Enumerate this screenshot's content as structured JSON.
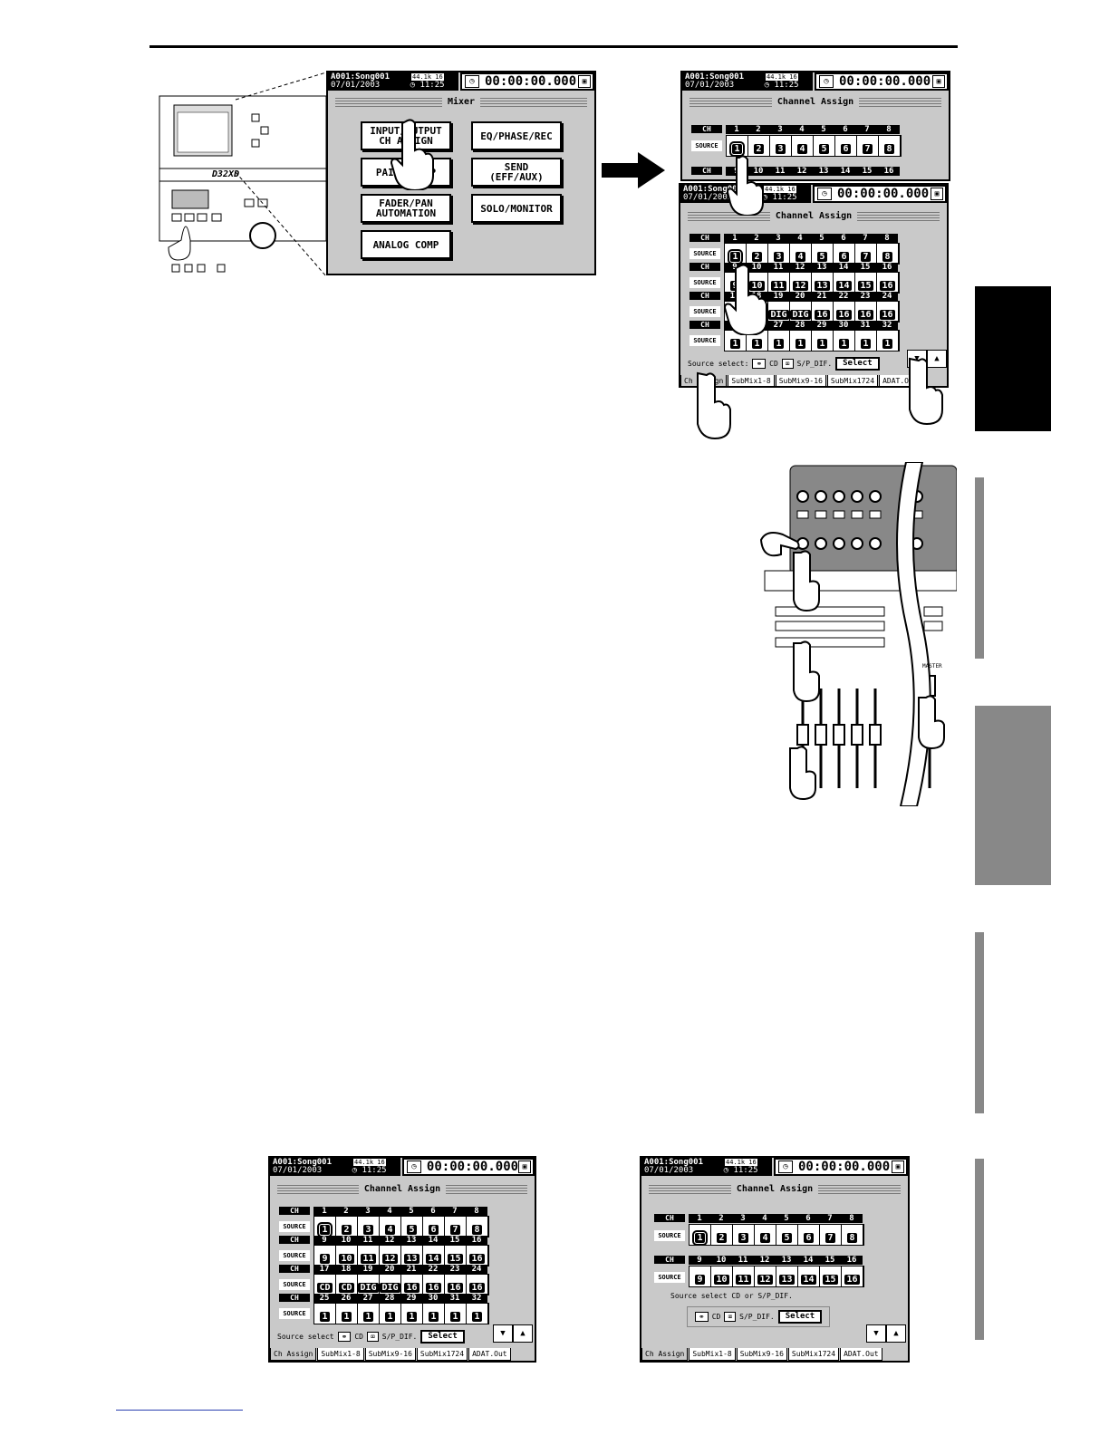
{
  "mixer_menu": {
    "song": "A001:Song001",
    "rate": "44.1k 16",
    "date": "07/01/2003",
    "clock": "◷ 11:25",
    "time": "00:00:00.000",
    "title": "Mixer",
    "buttons": [
      "INPUT/OUTPUT\nCH ASSIGN",
      "EQ/PHASE/REC",
      "PAIR/GROUP",
      "SEND\n(EFF/AUX)",
      "FADER/PAN\nAUTOMATION",
      "SOLO/MONITOR",
      "ANALOG COMP"
    ]
  },
  "channel_assign": {
    "song": "A001:Song001",
    "rate": "44.1k 16",
    "date": "07/01/2003",
    "clock": "◷ 11:25",
    "time": "00:00:00.000",
    "title": "Channel Assign",
    "ch_label": "CH",
    "source_label": "SOURCE",
    "source_select_label": "Source select:",
    "source_select_label_b": "Source select",
    "cd_label": "CD",
    "spdif_label": "S/P_DIF.",
    "select_button": "Select",
    "hint": "Source select CD or S/P_DIF.",
    "tabs": [
      "Ch Assign",
      "SubMix1-8",
      "SubMix9-16",
      "SubMix1724",
      "ADAT.Out"
    ],
    "channels_1_8": [
      "1",
      "2",
      "3",
      "4",
      "5",
      "6",
      "7",
      "8"
    ],
    "channels_9_16": [
      "9",
      "10",
      "11",
      "12",
      "13",
      "14",
      "15",
      "16"
    ],
    "channels_17_24": [
      "17",
      "18",
      "19",
      "20",
      "21",
      "22",
      "23",
      "24"
    ],
    "channels_25_32": [
      "25",
      "26",
      "27",
      "28",
      "29",
      "30",
      "31",
      "32"
    ],
    "sources_1_8": [
      "1",
      "2",
      "3",
      "4",
      "5",
      "6",
      "7",
      "8"
    ],
    "sources_9_16": [
      "9",
      "10",
      "11",
      "12",
      "13",
      "14",
      "15",
      "16"
    ],
    "sources_17_24": [
      "CD",
      "CD",
      "DIG",
      "DIG",
      "16",
      "16",
      "16",
      "16"
    ],
    "sources_25_32": [
      "1",
      "1",
      "1",
      "1",
      "1",
      "1",
      "1",
      "1"
    ]
  },
  "hardware": {
    "model_text": "D32XD",
    "master_label": "MASTER"
  }
}
